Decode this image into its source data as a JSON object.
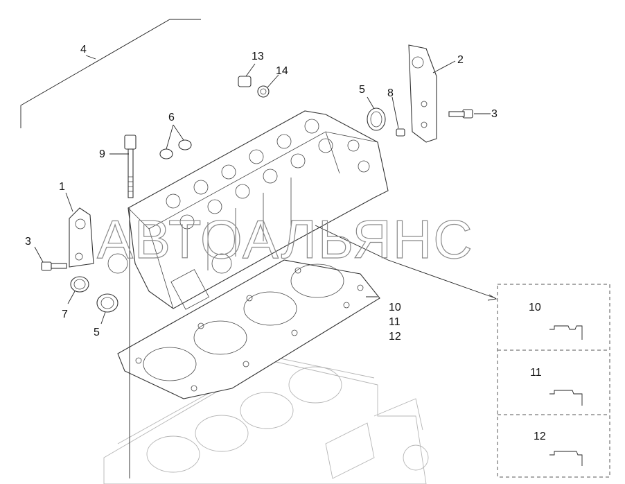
{
  "callouts": {
    "c1": "1",
    "c2": "2",
    "c3a": "3",
    "c3b": "3",
    "c4": "4",
    "c5a": "5",
    "c5b": "5",
    "c6": "6",
    "c7": "7",
    "c8": "8",
    "c9": "9",
    "c10": "10",
    "c11": "11",
    "c12": "12",
    "c13": "13",
    "c14": "14"
  },
  "variant_boxes": [
    {
      "label": "10"
    },
    {
      "label": "11"
    },
    {
      "label": "12"
    }
  ],
  "watermark": "АВТОАЛЬЯНС",
  "colors": {
    "line": "#333333",
    "faint": "#b5b5b5",
    "watermark": "#8a8a8a"
  }
}
